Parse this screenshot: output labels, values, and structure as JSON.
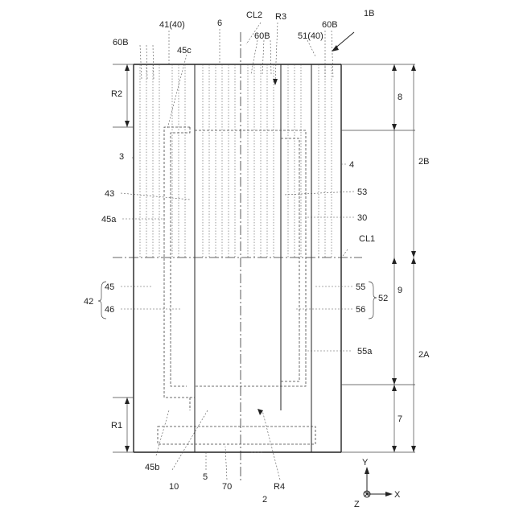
{
  "figure": {
    "ref": "1B",
    "labels": {
      "l41_40": "41(40)",
      "l6": "6",
      "cl2": "CL2",
      "r3": "R3",
      "l60b_left": "60B",
      "l60b_mid": "60B",
      "l60b_right": "60B",
      "l51_40": "51(40)",
      "l45c": "45c",
      "r2": "R2",
      "l8": "8",
      "l2b": "2B",
      "l3": "3",
      "l4": "4",
      "l43": "43",
      "l53": "53",
      "l45a": "45a",
      "l30": "30",
      "cl1": "CL1",
      "l45": "45",
      "l42": "42",
      "l46": "46",
      "l55": "55",
      "l52": "52",
      "l56": "56",
      "l9": "9",
      "l55a": "55a",
      "l2a": "2A",
      "r1": "R1",
      "l7": "7",
      "l45b": "45b",
      "l10": "10",
      "l5": "5",
      "l70": "70",
      "l2": "2",
      "r4": "R4"
    },
    "axes": {
      "y": "Y",
      "x": "X",
      "z": "Z"
    }
  }
}
